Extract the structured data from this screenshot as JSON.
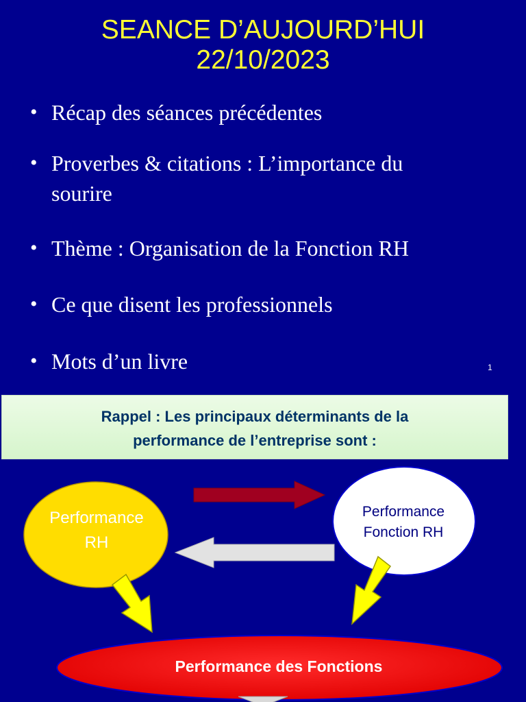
{
  "slide": {
    "title_line1": "SEANCE D’AUJOURD’HUI",
    "title_line2": "22/10/2023",
    "bullet_char": "•",
    "bullets": [
      {
        "line1": "Récap des séances précédentes",
        "line2": ""
      },
      {
        "line1": "Proverbes & citations : L’importance du",
        "line2": "sourire"
      },
      {
        "line1": "Thème : Organisation de la Fonction RH",
        "line2": ""
      },
      {
        "line1": "Ce que disent les professionnels",
        "line2": ""
      },
      {
        "line1": "Mots d’un livre",
        "line2": ""
      }
    ],
    "page_number": "1"
  },
  "rappel": {
    "line1": "Rappel : Les principaux déterminants de la",
    "line2": "performance de l’entreprise sont :"
  },
  "diagram": {
    "node_rh": {
      "line1": "Performance",
      "line2": "RH"
    },
    "node_fonction_rh": {
      "line1": "Performance",
      "line2": "Fonction RH"
    },
    "node_fonctions": "Performance des Fonctions"
  },
  "colors": {
    "background": "#00008f",
    "title": "#ffff33",
    "ellipse_rh": "#ffdd00",
    "ellipse_fonction_rh": "#ffffff",
    "ellipse_fonctions": "#ff0000",
    "arrow_right": "#a00020",
    "arrow_left": "#e0e0e0",
    "arrow_down": "#ffff00"
  }
}
